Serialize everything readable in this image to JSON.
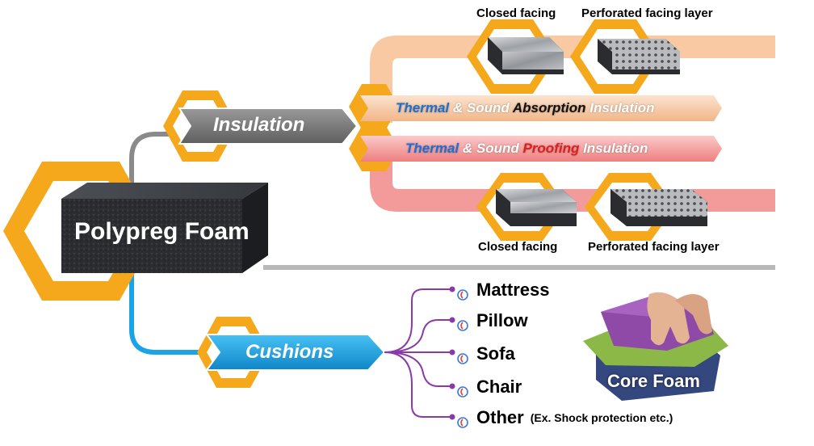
{
  "root": {
    "label": "Polypreg Foam"
  },
  "insulation": {
    "label": "Insulation",
    "banners": [
      {
        "parts": [
          {
            "text": "Thermal",
            "color": "#1f6fd1"
          },
          {
            "text": " & Sound ",
            "color": "#ffffff"
          },
          {
            "text": "Absorption",
            "color": "#111111"
          },
          {
            "text": " Insulation",
            "color": "#ffffff"
          }
        ]
      },
      {
        "parts": [
          {
            "text": "Thermal",
            "color": "#1f6fd1"
          },
          {
            "text": " & Sound ",
            "color": "#ffffff"
          },
          {
            "text": "Proofing",
            "color": "#e02020"
          },
          {
            "text": " Insulation",
            "color": "#ffffff"
          }
        ]
      }
    ],
    "top_captions": {
      "closed": "Closed facing",
      "perforated": "Perforated facing layer"
    },
    "bottom_captions": {
      "closed": "Closed facing",
      "perforated": "Perforated facing layer"
    }
  },
  "cushions": {
    "label": "Cushions",
    "items": [
      {
        "label": "Mattress",
        "note": ""
      },
      {
        "label": "Pillow",
        "note": ""
      },
      {
        "label": "Sofa",
        "note": ""
      },
      {
        "label": "Chair",
        "note": ""
      },
      {
        "label": "Other",
        "note": "(Ex. Shock protection etc.)"
      }
    ],
    "core_label": "Core Foam"
  },
  "colors": {
    "hex_orange": "#f5a81c",
    "top_band": "#f9c9a4",
    "bottom_band": "#f39a9a",
    "insulation_arrow": "#7a7a7a",
    "cushions_arrow": "#1aa3e6",
    "branch_purple": "#8a3aa8",
    "gray_line": "#b8b8b8",
    "cyan_line": "#1aa3e6"
  }
}
